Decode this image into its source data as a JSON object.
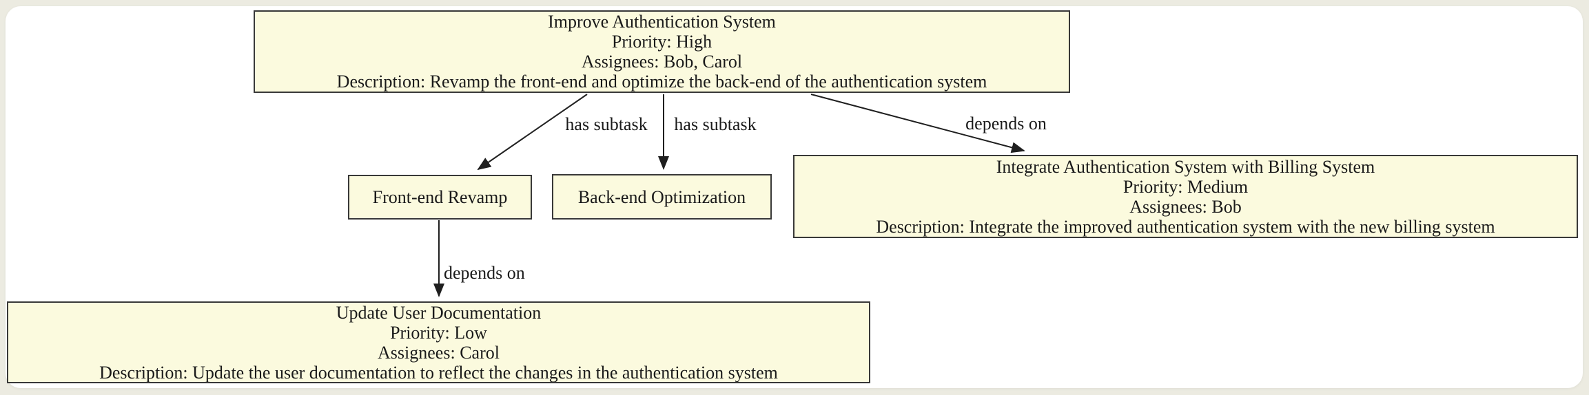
{
  "diagram": {
    "type": "task-dependency-graph",
    "colors": {
      "page_background": "#ecebe1",
      "canvas_background": "#ffffff",
      "node_fill": "#fbfade",
      "node_border": "#383838",
      "edge_stroke": "#1f1f1f",
      "text": "#1a1a1a"
    },
    "nodes": {
      "improve_auth": {
        "lines": [
          "Improve Authentication System",
          "Priority: High",
          "Assignees: Bob, Carol",
          "Description: Revamp the front-end and optimize the back-end of the authentication system"
        ]
      },
      "frontend_revamp": {
        "lines": [
          "Front-end Revamp"
        ]
      },
      "backend_optimization": {
        "lines": [
          "Back-end Optimization"
        ]
      },
      "integrate_billing": {
        "lines": [
          "Integrate Authentication System with Billing System",
          "Priority: Medium",
          "Assignees: Bob",
          "Description: Integrate the improved authentication system with the new billing system"
        ]
      },
      "update_docs": {
        "lines": [
          "Update User Documentation",
          "Priority: Low",
          "Assignees: Carol",
          "Description: Update the user documentation to reflect the changes in the authentication system"
        ]
      }
    },
    "edges": [
      {
        "label": "has subtask",
        "from": "improve_auth",
        "to": "frontend_revamp"
      },
      {
        "label": "has subtask",
        "from": "improve_auth",
        "to": "backend_optimization"
      },
      {
        "label": "depends on",
        "from": "improve_auth",
        "to": "integrate_billing"
      },
      {
        "label": "depends on",
        "from": "frontend_revamp",
        "to": "update_docs"
      }
    ]
  }
}
